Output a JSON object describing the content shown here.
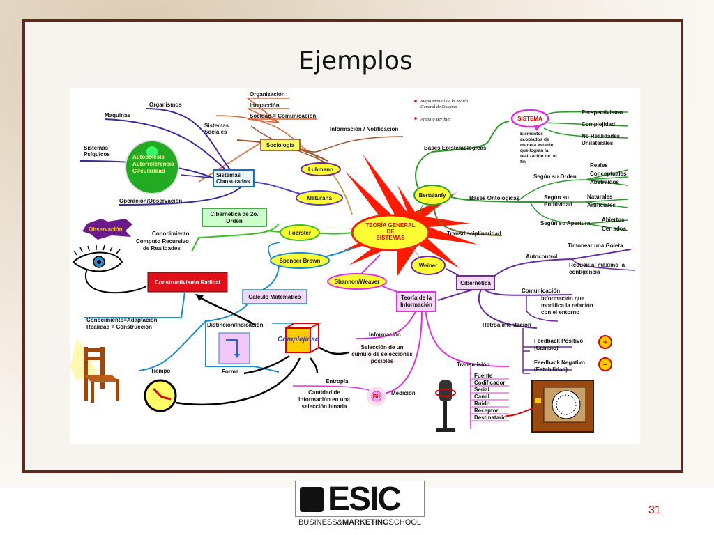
{
  "slide": {
    "title": "Ejemplos",
    "page_number": "31",
    "logo": {
      "word": "ESIC",
      "sub_a": "BUSINESS&",
      "sub_b": "MARKETING",
      "sub_c": "SCHOOL"
    }
  },
  "map": {
    "legend": [
      "Mapa Mental de la Teoría General de Sistemas",
      "Antonio Berthier"
    ],
    "center": [
      "TEORÍA GENERAL",
      "DE",
      "SISTEMAS"
    ],
    "nodes": {
      "luhmann": "Luhmann",
      "sociologia": "Sociología",
      "sistemas_sociales": [
        "Sistemas",
        "Sociales"
      ],
      "organizacion": "Organización",
      "interaccion": "Interacción",
      "sociedad": "Socidad = Comunicación",
      "informacion_notificacion": "Información / Notificación",
      "maquinas": "Maquinas",
      "organismos": "Organismos",
      "sistemas_psiquicos": [
        "Sistemas",
        "Psíquicos"
      ],
      "autopoiesis": [
        "Autopoiesis",
        "Autorreferencia",
        "Circularidad"
      ],
      "sistemas_clausurados": [
        "Sistemas",
        "Clausurados"
      ],
      "operacion": "Operación/Observación",
      "maturana": "Maturana",
      "observacion": "Observación",
      "cibernetica_2": [
        "Cibernética de 2o.",
        "Orden"
      ],
      "conocimiento": [
        "Conocimiento",
        "Computo Recursivo",
        "de Realidades"
      ],
      "foerster": "Foerster",
      "spencer": "Spencer Brown",
      "constructivismo": "Constructivismo Radical",
      "conocimiento_adaptacion": [
        "Conocimiento=Adaptación",
        "Realidad = Construcción"
      ],
      "calculo": "Calculo Matemático",
      "distincion": "Distinción/Indicación",
      "tiempo": "Tiempo",
      "forma": "Forma",
      "complejidad": "Complejidad",
      "shannon": "Shannon/Weaver",
      "teoria_informacion": [
        "Teoría de la",
        "Información"
      ],
      "informacion": "Información",
      "seleccion": [
        "Selección de un",
        "cúmulo de selecciones",
        "posibles"
      ],
      "entropia": "Entropía",
      "cantidad": [
        "Cantidad de",
        "Información en una",
        "selección binaria"
      ],
      "medicion": "Medición",
      "bit": "Bit",
      "transmision": "Transmisión",
      "transmision_items": [
        "Fuente",
        "Codificador",
        "Serial",
        "Canal",
        "Ruido",
        "Receptor",
        "Destinatario"
      ],
      "weiner": "Weiner",
      "cibernetica": "Cibernética",
      "autocontrol": "Autocontrol",
      "timonear": "Timonear una Goleta",
      "reducir": [
        "Reducir al máximo la",
        "contigencia"
      ],
      "comunicacion": "Comunicación",
      "info_relacion": [
        "Información que",
        "modifica la relación",
        "con el entorno"
      ],
      "retroalimentacion": "Retroalimentación",
      "feedback_pos": [
        "Feedback Positivo",
        "(Cambio)"
      ],
      "feedback_neg": [
        "Feedback Negativo",
        "(Estabilidad)"
      ],
      "bertalanfy": "Bertalanfy",
      "bases_epist": "Bases Epistemológicas",
      "sistema": "SISTEMA",
      "sistema_def": [
        "Elementos",
        "acoplados de",
        "manera estable",
        "que logran la",
        "realización de un",
        "fin"
      ],
      "perspectivismo": "Perspectivismo",
      "complejidad2": "Complejidad",
      "no_realidades": [
        "No Realidades",
        "Unilaterales"
      ],
      "bases_onto": "Bases Ontológicas",
      "segun_orden": "Según su Orden",
      "reales": "Reales",
      "conceptuales": "Conceptuales",
      "abstraidos": "Abstraídos",
      "segun_entitividad": [
        "Según su",
        "Entitividad"
      ],
      "naturales": "Naturales",
      "artificiales": "Artificiales",
      "segun_apertura": "Según su Apertura",
      "abiertos": "Abiertos",
      "cerrados": "Cerrados",
      "transdisciplinaridad": "Transdisciplinaridad"
    }
  },
  "colors": {
    "frame": "#5a2a1c",
    "page_number": "#c00000"
  }
}
